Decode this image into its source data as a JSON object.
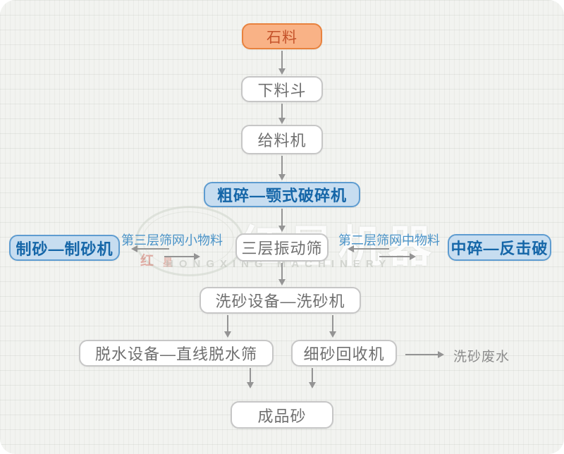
{
  "diagram": {
    "nodes": {
      "stone": {
        "label": "石料"
      },
      "hopper": {
        "label": "下料斗"
      },
      "feeder": {
        "label": "给料机"
      },
      "coarse_crusher": {
        "label": "粗碎—颚式破碎机"
      },
      "vib_screen": {
        "label": "三层振动筛"
      },
      "sand_maker": {
        "label": "制砂—制砂机"
      },
      "impact_crusher": {
        "label": "中碎—反击破"
      },
      "sand_washer": {
        "label": "洗砂设备—洗砂机"
      },
      "dewater_screen": {
        "label": "脱水设备—直线脱水筛"
      },
      "fine_recycler": {
        "label": "细砂回收机"
      },
      "final_sand": {
        "label": "成品砂"
      }
    },
    "labels": {
      "left_branch": "第三层筛网小物料",
      "right_branch": "第二层筛网中物料",
      "waste_water": "洗砂废水"
    },
    "watermark": {
      "cn": "红星机器",
      "en": "HONGXING MACHINERY",
      "red_char_a": "红",
      "red_char_b": "星"
    },
    "colors": {
      "orange_fill": "#F9B286",
      "orange_border": "#E8823E",
      "orange_text": "#C4522A",
      "blue_fill": "#C7DDF0",
      "blue_border": "#5E9CD0",
      "blue_text": "#1566A8",
      "white_node_border": "#C6C6C6",
      "white_node_text": "#6F6F6F",
      "branch_label_text": "#4A93C8",
      "arrow": "#949494",
      "waste_text": "#8C8C8C",
      "paper_bg": "#F2F3F0"
    }
  }
}
